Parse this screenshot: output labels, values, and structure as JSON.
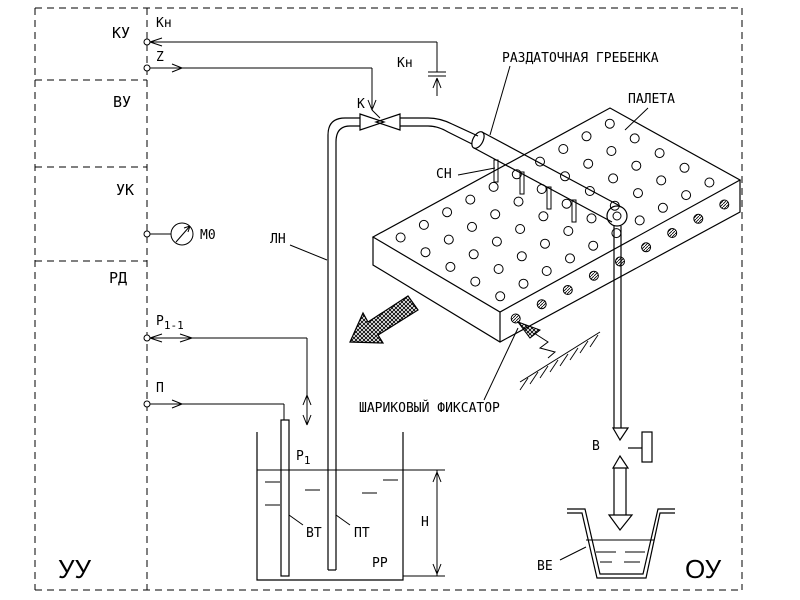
{
  "control_zones": {
    "ku": "КУ",
    "vu": "ВУ",
    "uk": "УК",
    "rd": "РД",
    "uu": "УУ"
  },
  "object_zone": "ОУ",
  "signals": {
    "kn_top": "Кн",
    "kn_sensor": "Кн",
    "z": "Z",
    "k": "К",
    "mo": "М0",
    "p11_main": "Р",
    "p11_sub": "1-1",
    "p": "П"
  },
  "components": {
    "comb": "РАЗДАТОЧНАЯ ГРЕБЕНКА",
    "pallet": "ПАЛЕТА",
    "sn": "СН",
    "ln": "ЛН",
    "ball_lock": "ШАРИКОВЫЙ ФИКСАТОР",
    "valve": "В",
    "container": "ВЕ",
    "tank": "РР",
    "p1_main": "Р",
    "p1_sub": "1",
    "vt": "ВТ",
    "pt": "ПТ",
    "h": "Н"
  }
}
